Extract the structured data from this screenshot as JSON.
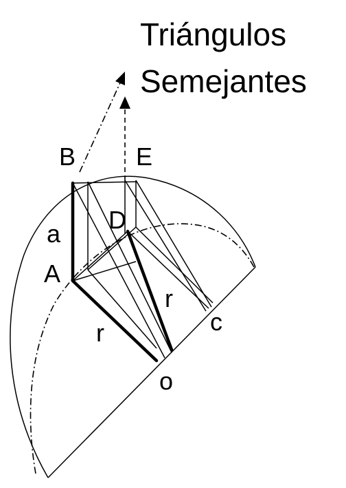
{
  "title": {
    "line1": "Triángulos",
    "line2": "Semejantes"
  },
  "labels": {
    "B": "B",
    "E": "E",
    "D": "D",
    "a": "a",
    "A": "A",
    "r_left": "r",
    "r_right": "r",
    "c": "c",
    "o": "o"
  }
}
